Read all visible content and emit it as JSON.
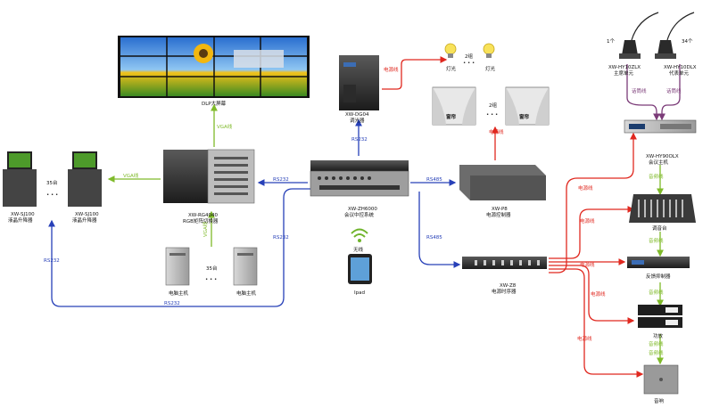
{
  "devices": {
    "dlp_wall": "DLP大屏幕",
    "lights_count": "2组",
    "light_a": "灯光",
    "light_b": "灯光",
    "dimmer_model": "XW-DG04",
    "dimmer_name": "调光器",
    "curtains_count": "2组",
    "curtain_a": "窗帘",
    "curtain_b": "窗帘",
    "chair_count": "1个",
    "chair_model": "XW-HY10ZLX",
    "chair_name": "主席单元",
    "delegate_count": "34个",
    "delegate_model": "XW-HY10DLX",
    "delegate_name": "代表单元",
    "conf_host_model": "XW-HY90OLX",
    "conf_host_name": "会议主机",
    "lift_a_model": "XW-SJ100",
    "lift_a_name": "液晶升降器",
    "lift_b_model": "XW-SJ100",
    "lift_b_name": "液晶升降器",
    "lift_count": "35台",
    "matrix_model": "XW-RG4040",
    "matrix_name": "RGB矩阵切换器",
    "central_model": "XW-ZH6000",
    "central_name": "会议中控系统",
    "power_ctrl_model": "XW-P8",
    "power_ctrl_name": "电源控制器",
    "mixer": "调音台",
    "feedback": "反馈抑制器",
    "wireless": "无线",
    "ipad": "Ipad",
    "pc_count": "35台",
    "pc_a": "电脑主机",
    "pc_b": "电脑主机",
    "sequencer_model": "XW-Z8",
    "sequencer_name": "电源时序器",
    "amp": "功放",
    "speaker": "音响"
  },
  "links": {
    "vga_top": "VGA线",
    "vga_left": "VGA线",
    "vga_bottom": "VGA线",
    "rs232_matrix": "RS232",
    "rs232_dimmer": "RS232",
    "rs485_power": "RS485",
    "rs485_seq": "RS485",
    "rs232_vertical": "RS232",
    "rs232_left": "RS232",
    "rs232_bottom": "RS232",
    "power_lights": "电源线",
    "power_curtains": "电源线",
    "power_mixer": "电源线",
    "power_feedback": "电源线",
    "power_amp": "电源线",
    "power_speaker": "电源线",
    "power_host": "电源线",
    "talk_a": "话筒线",
    "talk_b": "话筒线",
    "audio_1": "音频线",
    "audio_2": "音频线",
    "audio_3": "音频线",
    "audio_4": "音频线",
    "audio_5": "音频线"
  },
  "colors": {
    "red": "#e0281f",
    "blue": "#2740b8",
    "green": "#7fba2a",
    "purple": "#7b3b78"
  }
}
